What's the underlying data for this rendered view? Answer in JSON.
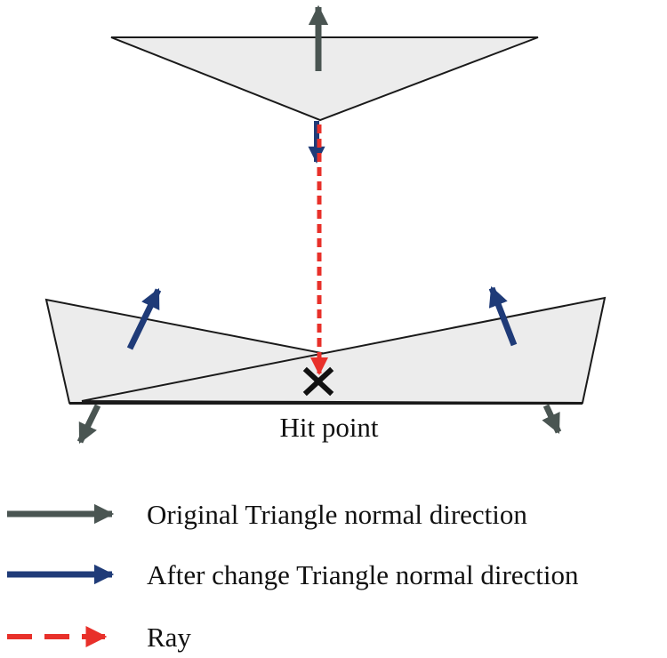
{
  "labels": {
    "hit_point": "Hit point"
  },
  "legend": [
    {
      "label": "Original  Triangle normal direction"
    },
    {
      "label": "After change Triangle normal direction"
    },
    {
      "label": "Ray"
    }
  ],
  "colors": {
    "original_normal": "#4a5552",
    "changed_normal": "#1f3b78",
    "ray": "#e8302a",
    "triangle_fill": "#ececec",
    "triangle_stroke": "#1a1a1a",
    "hit_mark": "#111111"
  },
  "icons": {
    "hit_mark": "cross-mark-icon"
  }
}
